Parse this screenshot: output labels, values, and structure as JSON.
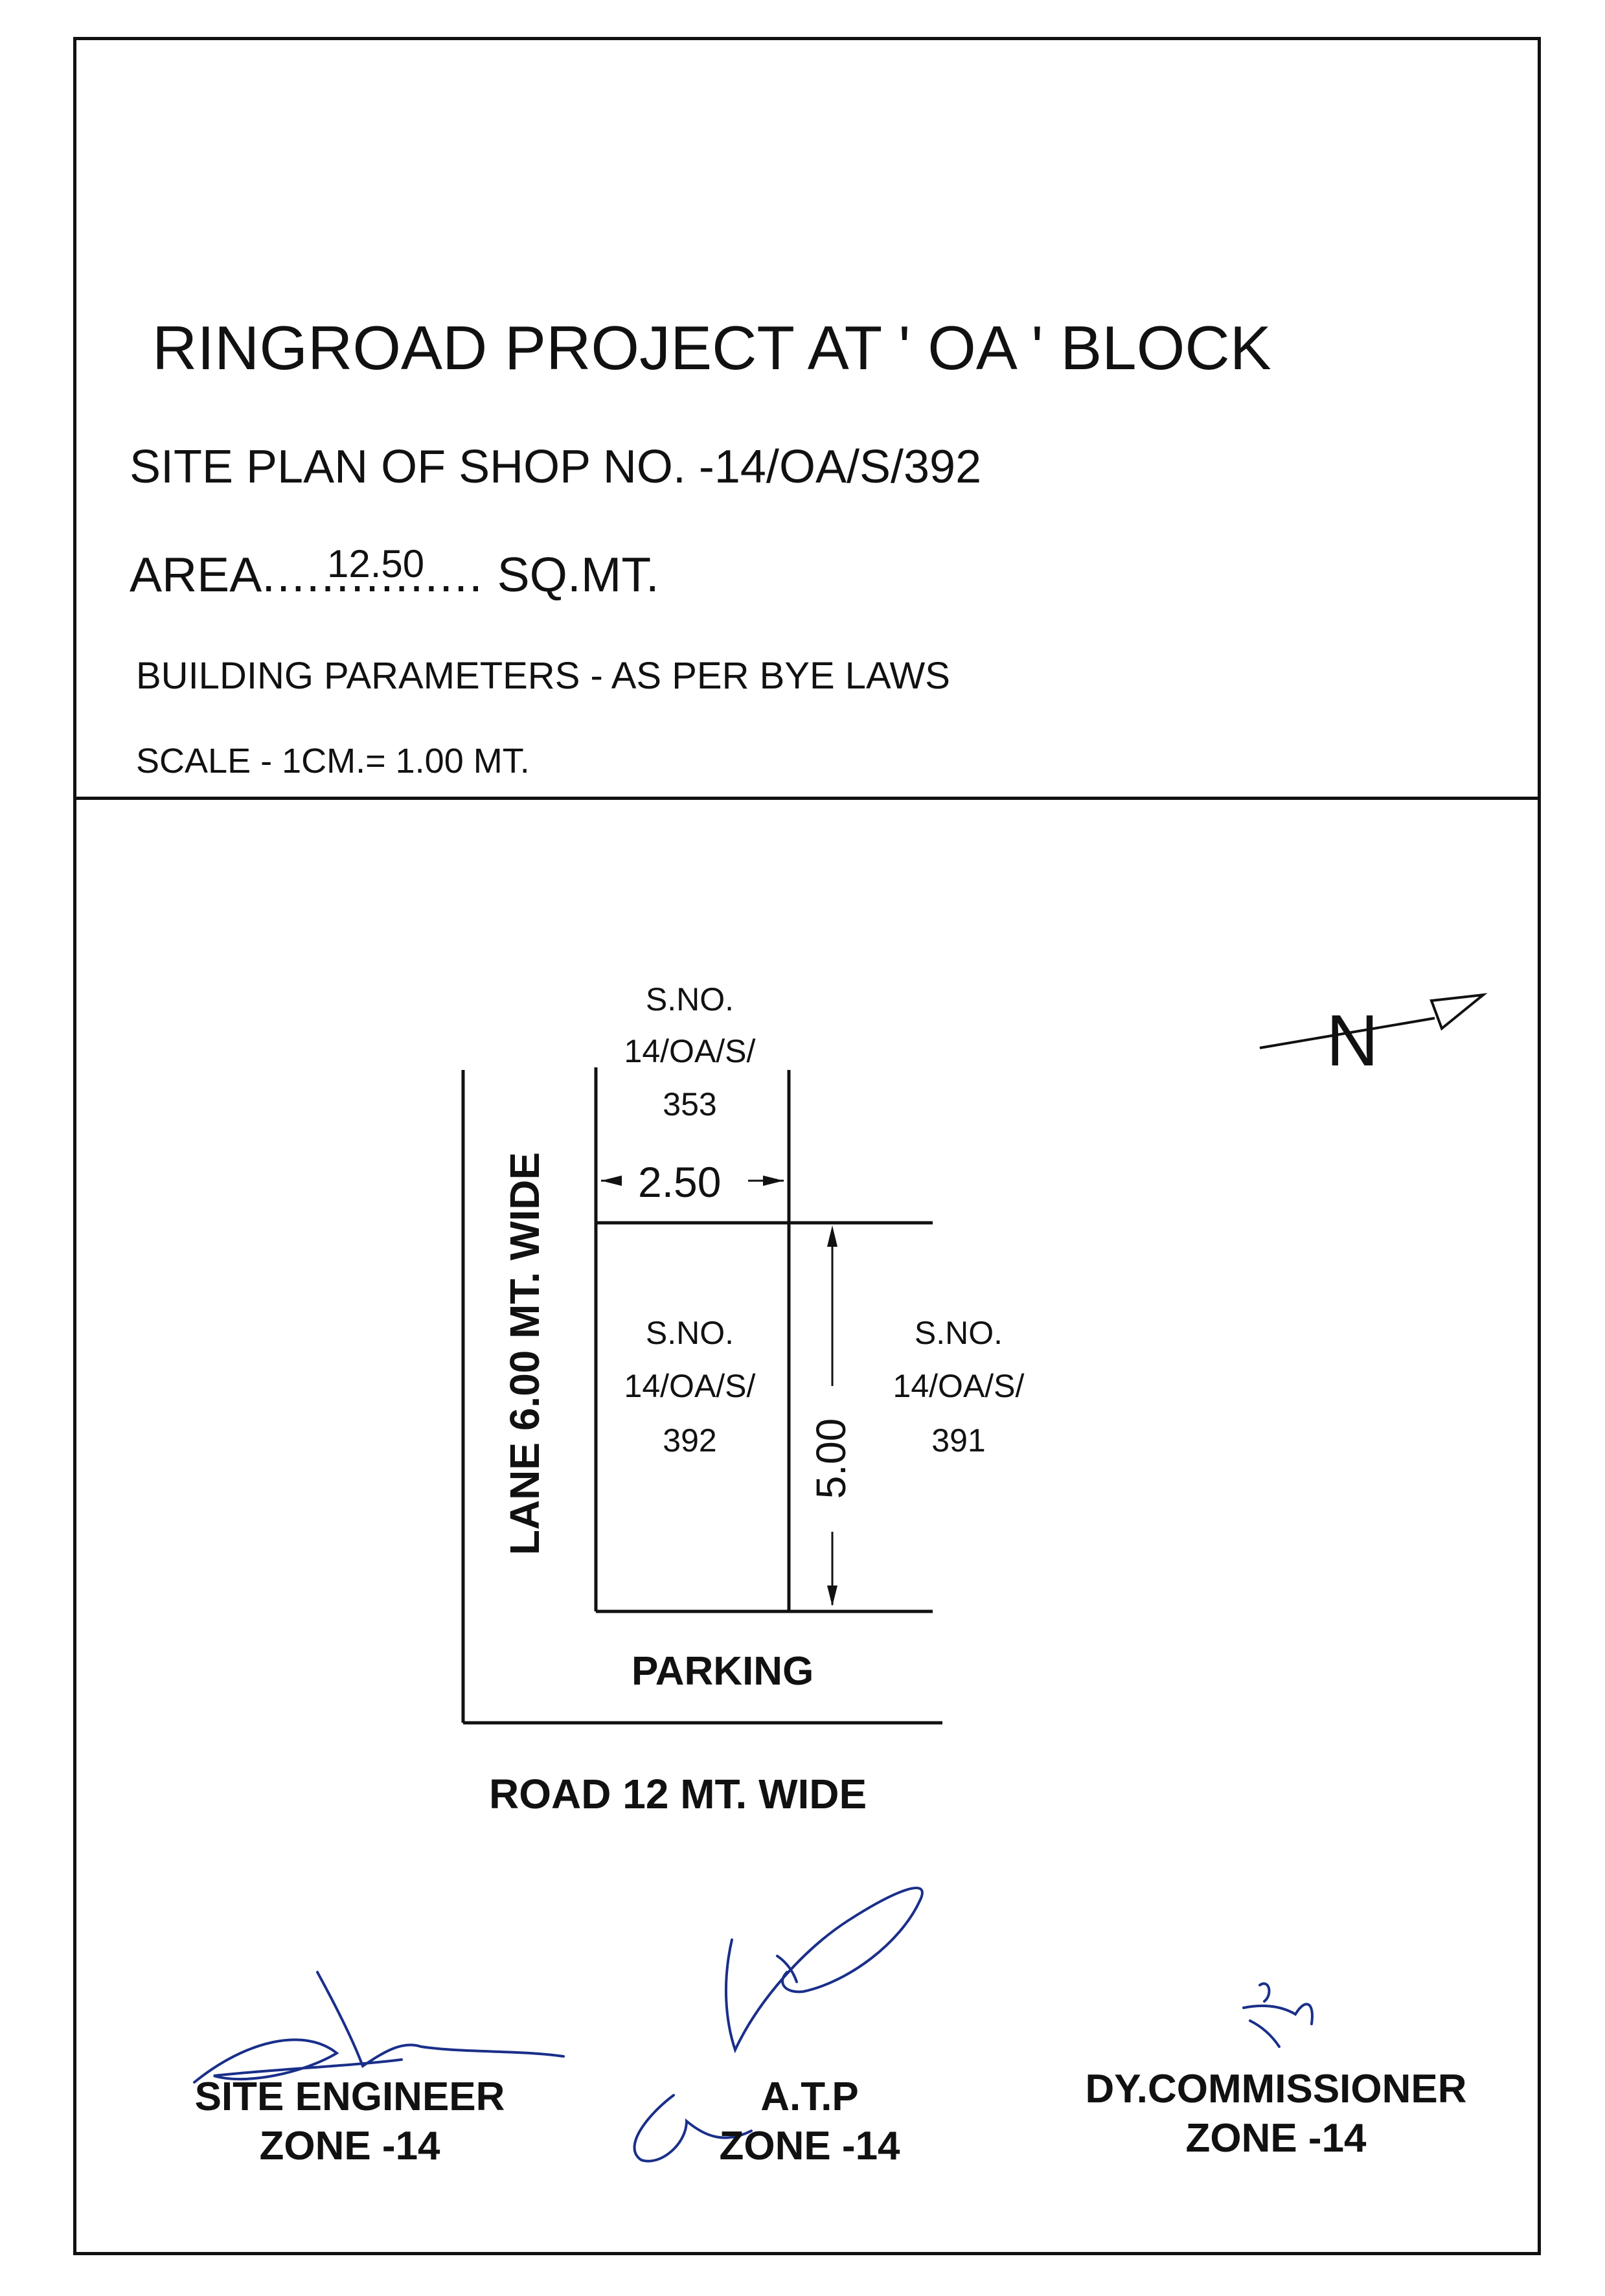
{
  "header": {
    "title": "RINGROAD PROJECT AT ' OA ' BLOCK",
    "subtitle": "SITE PLAN OF SHOP NO. -14/OA/S/392",
    "area_prefix": "AREA",
    "area_value": "12.50",
    "area_unit": "SQ.MT.",
    "parameters": "BUILDING PARAMETERS - AS PER BYE LAWS",
    "scale": "SCALE - 1CM.= 1.00 MT."
  },
  "plan": {
    "north_label": "N",
    "lane_label": "LANE 6.00 MT. WIDE",
    "parking_label": "PARKING",
    "road_label": "ROAD 12 MT. WIDE",
    "width_dimension": "2.50",
    "depth_dimension": "5.00",
    "plots": [
      {
        "line1": "S.NO.",
        "line2": "14/OA/S/",
        "line3": "353"
      },
      {
        "line1": "S.NO.",
        "line2": "14/OA/S/",
        "line3": "392"
      },
      {
        "line1": "S.NO.",
        "line2": "14/OA/S/",
        "line3": "391"
      }
    ]
  },
  "signatures": [
    {
      "role": "SITE ENGINEER",
      "zone": "ZONE -14"
    },
    {
      "role": "A.T.P",
      "zone": "ZONE -14"
    },
    {
      "role": "DY.COMMISSIONER",
      "zone": "ZONE -14"
    }
  ]
}
